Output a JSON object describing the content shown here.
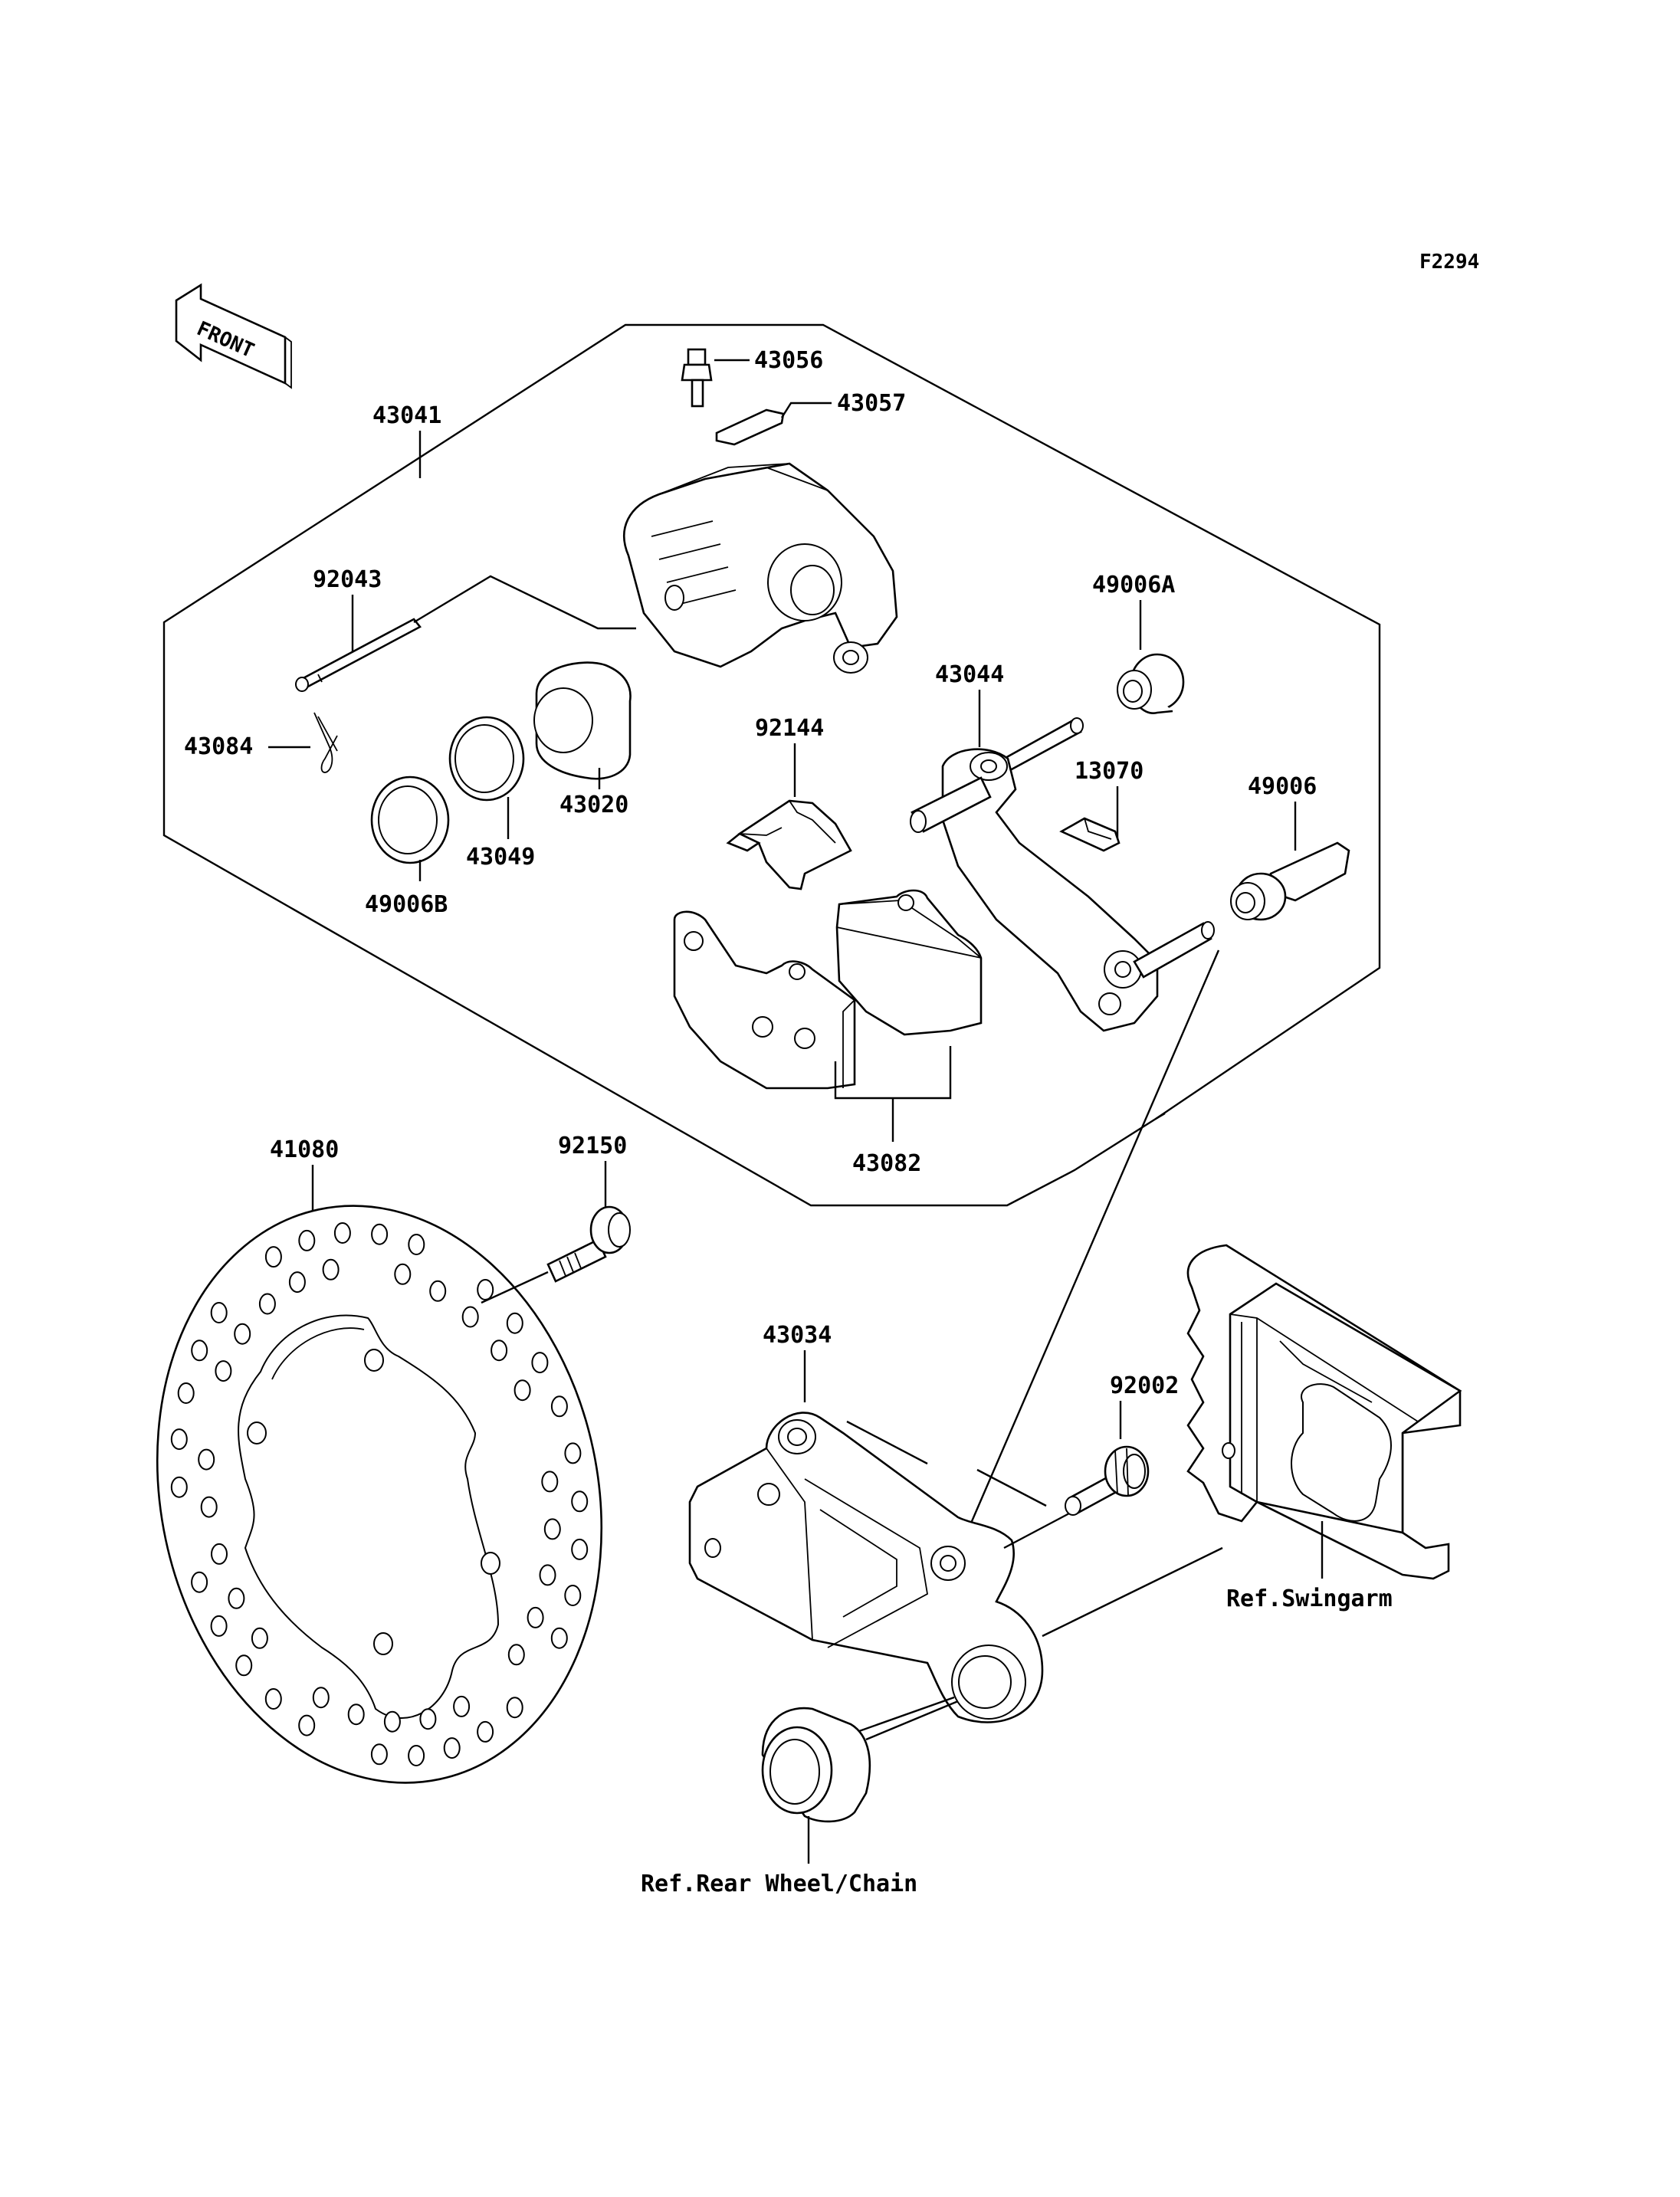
{
  "figure_code": "F2294",
  "front_label": "FRONT",
  "parts": {
    "p43056": "43056",
    "p43057": "43057",
    "p43041": "43041",
    "p92043": "92043",
    "p49006A": "49006A",
    "p43044": "43044",
    "p43084": "43084",
    "p92144": "92144",
    "p13070": "13070",
    "p49006": "49006",
    "p43020": "43020",
    "p43049": "43049",
    "p49006B": "49006B",
    "p43082": "43082",
    "p41080": "41080",
    "p92150": "92150",
    "p43034": "43034",
    "p92002": "92002"
  },
  "refs": {
    "swingarm": "Ref.Swingarm",
    "rear_wheel": "Ref.Rear Wheel/Chain"
  }
}
